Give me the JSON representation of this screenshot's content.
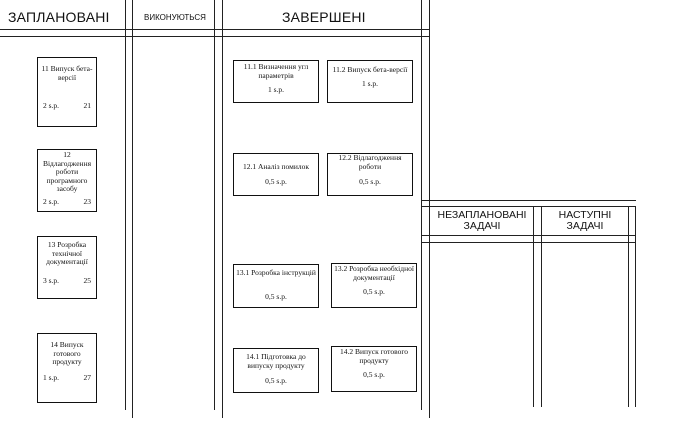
{
  "board": {
    "columns": {
      "planned": "ЗАПЛАНОВАНІ",
      "in_progress": "ВИКОНУЮТЬСЯ",
      "done": "ЗАВЕРШЕНІ",
      "unplanned": "НЕЗАПЛАНОВАНІ ЗАДАЧІ",
      "next": "НАСТУПНІ ЗАДАЧІ"
    },
    "planned_cards": [
      {
        "title": "11 Випуск бета-версії",
        "sp": "2 s.p.",
        "num": "21"
      },
      {
        "title": "12 Відлагодження роботи програмного засобу",
        "sp": "2 s.p.",
        "num": "23"
      },
      {
        "title": "13 Розробка технічної документації",
        "sp": "3 s.p.",
        "num": "25"
      },
      {
        "title": "14 Випуск готового продукту",
        "sp": "1 s.p.",
        "num": "27"
      }
    ],
    "done_cards": [
      {
        "title": "11.1 Визначення угл параметрів",
        "sp": "1 s.p."
      },
      {
        "title": "11.2 Випуск бета-версії",
        "sp": "1 s.p."
      },
      {
        "title": "12.1 Аналіз помилок",
        "sp": "0,5 s.p."
      },
      {
        "title": "12.2 Відлагодження роботи",
        "sp": "0,5 s.p."
      },
      {
        "title": "13.1 Розробка інструкцій",
        "sp": "0,5 s.p."
      },
      {
        "title": "13.2 Розробка необхідної документації",
        "sp": "0,5 s.p."
      },
      {
        "title": "14.1 Підготовка до випуску продукту",
        "sp": "0,5 s.p."
      },
      {
        "title": "14.2 Випуск готового продукту",
        "sp": "0,5 s.p."
      }
    ]
  }
}
